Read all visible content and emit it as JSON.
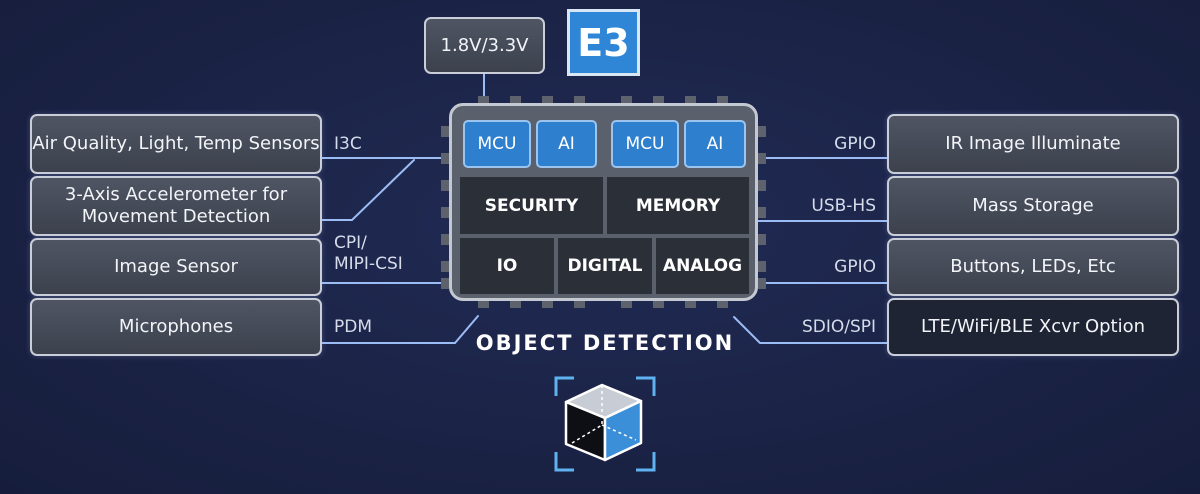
{
  "voltage_label": "1.8V/3.3V",
  "badge_label": "E3",
  "left_inputs": [
    {
      "label": "Air Quality, Light, Temp Sensors",
      "interface": "I3C"
    },
    {
      "label": "3-Axis Accelerometer for\nMovement Detection",
      "interface": ""
    },
    {
      "label": "Image Sensor",
      "interface": "CPI/\nMIPI-CSI"
    },
    {
      "label": "Microphones",
      "interface": "PDM"
    }
  ],
  "right_outputs": [
    {
      "label": "IR Image Illuminate",
      "interface": "GPIO"
    },
    {
      "label": "Mass Storage",
      "interface": "USB-HS"
    },
    {
      "label": "Buttons, LEDs, Etc",
      "interface": "GPIO"
    },
    {
      "label": "LTE/WiFi/BLE Xcvr Option",
      "interface": "SDIO/SPI"
    }
  ],
  "chip": {
    "cores": [
      "MCU",
      "AI",
      "MCU",
      "AI"
    ],
    "middle": [
      "SECURITY",
      "MEMORY"
    ],
    "bottom": [
      "IO",
      "DIGITAL",
      "ANALOG"
    ]
  },
  "caption": "OBJECT DETECTION",
  "colors": {
    "background": "#1b2346",
    "accent_blue": "#2f86d6",
    "wire": "#8fb4ff",
    "chip_body": "#5a606c"
  }
}
